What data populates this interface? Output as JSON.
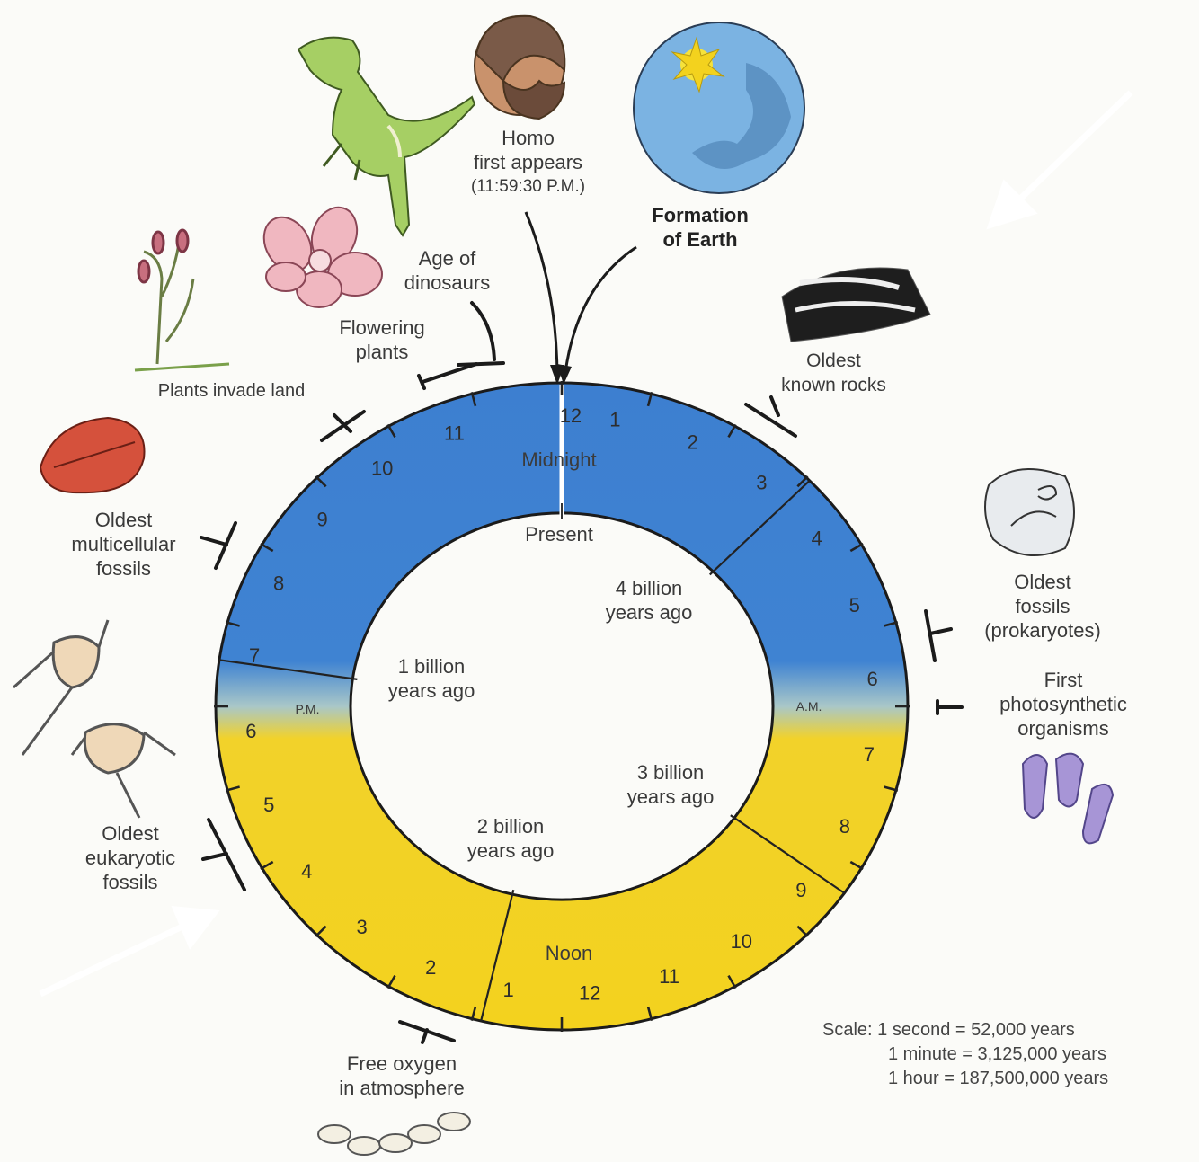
{
  "clock": {
    "midnight": "Midnight",
    "noon": "Noon",
    "present": "Present",
    "am": "A.M.",
    "pm": "P.M.",
    "hour_numbers_right": [
      "12",
      "1",
      "2",
      "3",
      "4",
      "5",
      "6",
      "7",
      "8",
      "9",
      "10",
      "11",
      "12"
    ],
    "hour_numbers_left": [
      "1",
      "2",
      "3",
      "4",
      "5",
      "6",
      "7",
      "8",
      "9",
      "10",
      "11"
    ],
    "colors": {
      "blue": "#3d7fd0",
      "yellow": "#f3d21e",
      "ink": "#1b1b1b"
    }
  },
  "inner_labels": {
    "one_billion": [
      "1 billion",
      "years ago"
    ],
    "two_billion": [
      "2 billion",
      "years ago"
    ],
    "three_billion": [
      "3 billion",
      "years ago"
    ],
    "four_billion": [
      "4 billion",
      "years ago"
    ]
  },
  "events": {
    "homo": {
      "line1": "Homo",
      "line2": "first appears",
      "line3": "(11:59:30 P.M.)"
    },
    "formation": [
      "Formation",
      "of Earth"
    ],
    "age_dinosaurs": [
      "Age of",
      "dinosaurs"
    ],
    "flowering": [
      "Flowering",
      "plants"
    ],
    "plants_land": "Plants invade land",
    "oldest_rocks": [
      "Oldest",
      "known rocks"
    ],
    "oldest_fossils": [
      "Oldest",
      "fossils",
      "(prokaryotes)"
    ],
    "photosynthetic": [
      "First",
      "photosynthetic",
      "organisms"
    ],
    "multicellular": [
      "Oldest",
      "multicellular",
      "fossils"
    ],
    "eukaryotic": [
      "Oldest",
      "eukaryotic",
      "fossils"
    ],
    "free_oxygen": [
      "Free oxygen",
      "in atmosphere"
    ]
  },
  "scale": {
    "label": "Scale:",
    "row1": "1 second  =  52,000 years",
    "row2": "1 minute  =  3,125,000 years",
    "row3": "1 hour  =  187,500,000 years"
  },
  "icons": [
    "dinosaur-icon",
    "human-head-icon",
    "earth-icon",
    "flower-icon",
    "plant-stem-icon",
    "rock-layers-icon",
    "prokaryote-fossil-icon",
    "cyanobacteria-icon",
    "multicellular-fossil-icon",
    "eukaryote-cells-icon",
    "oxygen-chain-icon",
    "arrow-icon"
  ]
}
